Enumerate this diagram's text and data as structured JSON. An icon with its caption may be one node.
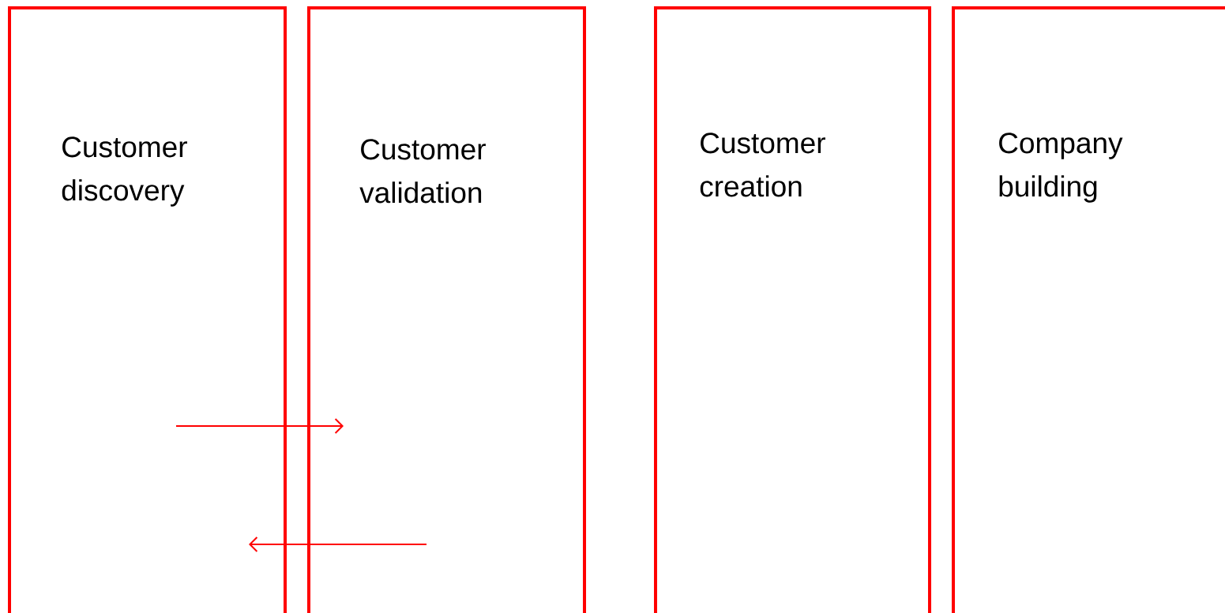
{
  "diagram": {
    "nodes": [
      {
        "text": [
          "Customer discovery"
        ]
      },
      {
        "text": [
          "Customer validation"
        ]
      },
      {
        "text": [
          "Customer creation"
        ]
      },
      {
        "text": [
          "Company building"
        ]
      }
    ],
    "edges": [
      {
        "from": 0,
        "to": 1,
        "arrow": "to"
      },
      {
        "from": 1,
        "to": 0,
        "arrow": "to"
      }
    ]
  }
}
